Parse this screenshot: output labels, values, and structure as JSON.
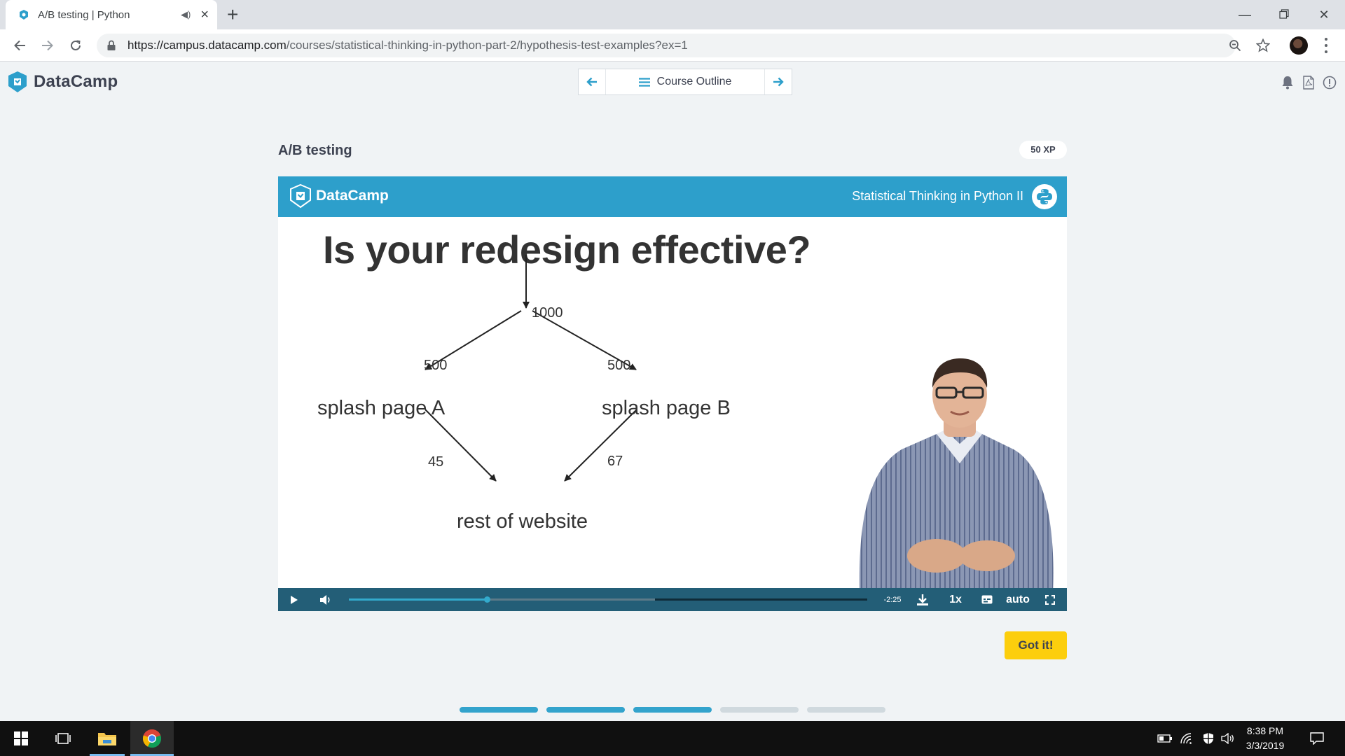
{
  "browser": {
    "tab": {
      "title": "A/B testing | Python"
    },
    "new_tab_symbol": "+",
    "url": {
      "host": "https://campus.datacamp.com",
      "path": "/courses/statistical-thinking-in-python-part-2/hypothesis-test-examples?ex=1"
    }
  },
  "header": {
    "logo_text": "DataCamp",
    "course_outline_label": "Course Outline"
  },
  "exercise": {
    "title": "A/B testing",
    "xp": "50 XP"
  },
  "video": {
    "logo_text": "DataCamp",
    "course_title": "Statistical Thinking in Python II",
    "slide": {
      "title": "Is your redesign effective?",
      "labels": {
        "total": "1000",
        "left_split": "500",
        "right_split": "500",
        "page_a": "splash page A",
        "page_b": "splash page B",
        "a_count": "45",
        "b_count": "67",
        "destination": "rest of website"
      }
    },
    "controls": {
      "time_remaining": "-2:25",
      "speed": "1x",
      "quality": "auto",
      "played_fraction": 0.267,
      "buffered_fraction": 0.59
    }
  },
  "actions": {
    "got_it": "Got it!"
  },
  "progress_steps": [
    {
      "state": "complete"
    },
    {
      "state": "complete"
    },
    {
      "state": "current"
    },
    {
      "state": "todo"
    },
    {
      "state": "todo"
    }
  ],
  "taskbar": {
    "time": "8:38 PM",
    "date": "3/3/2019"
  },
  "colors": {
    "datacamp_blue": "#2d9fcb",
    "control_bar": "#235e77",
    "got_it_yellow": "#fcce0d",
    "step_done": "#33a3cc",
    "step_todo": "#d0d9de"
  }
}
